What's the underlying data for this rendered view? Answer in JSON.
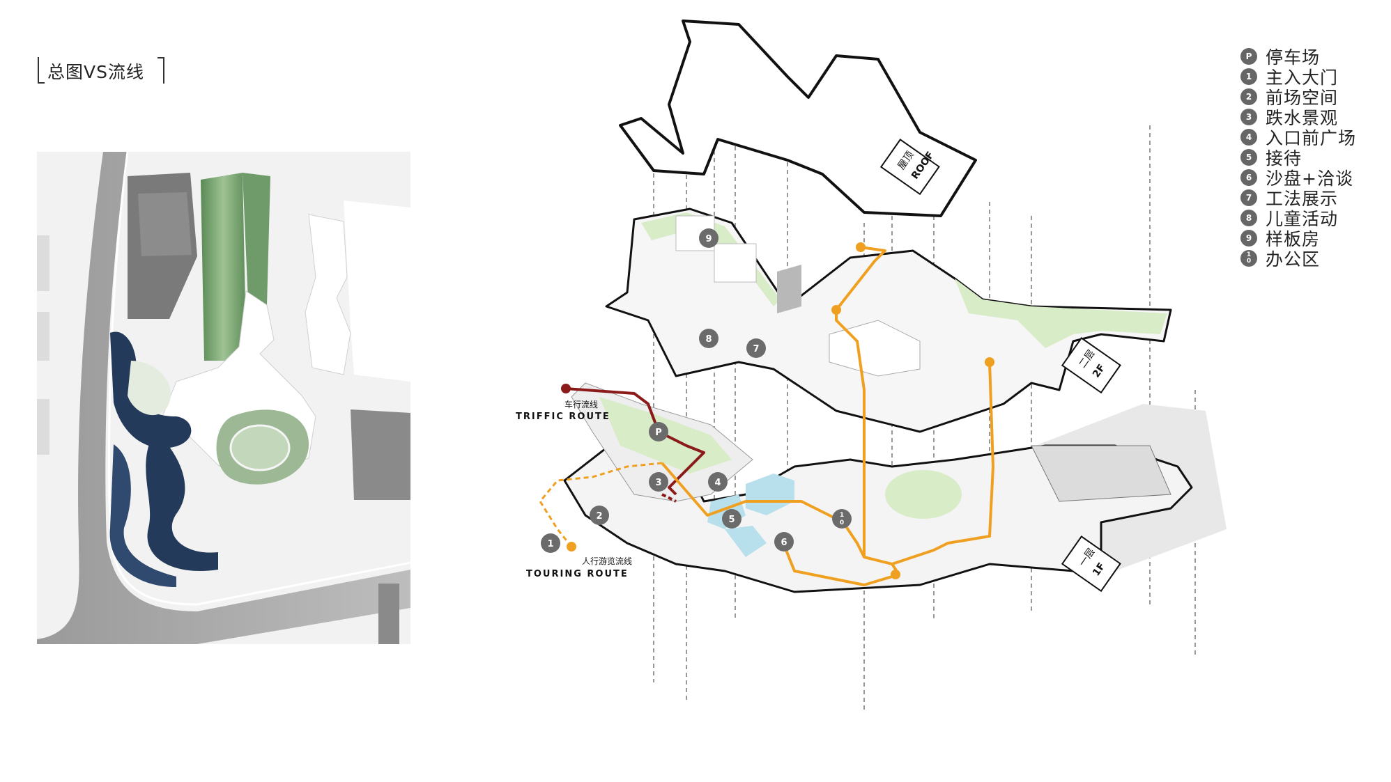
{
  "title": "总图VS流线",
  "legend": [
    {
      "marker": "P",
      "label": "停车场"
    },
    {
      "marker": "1",
      "label": "主入大门"
    },
    {
      "marker": "2",
      "label": "前场空间"
    },
    {
      "marker": "3",
      "label": "跌水景观"
    },
    {
      "marker": "4",
      "label": "入口前广场"
    },
    {
      "marker": "5",
      "label": "接待"
    },
    {
      "marker": "6",
      "label": "沙盘+洽谈"
    },
    {
      "marker": "7",
      "label": "工法展示"
    },
    {
      "marker": "8",
      "label": "儿童活动"
    },
    {
      "marker": "9",
      "label": "样板房"
    },
    {
      "marker": "10",
      "marker_top": "1",
      "marker_bottom": "0",
      "label": "办公区"
    }
  ],
  "floor_tags": {
    "roof_cn": "屋顶",
    "roof_en": "ROOF",
    "second_cn": "二层",
    "second_en": "2F",
    "first_cn": "一层",
    "first_en": "1F"
  },
  "routes": {
    "traffic_cn": "车行流线",
    "traffic_en": "TRIFFIC ROUTE",
    "touring_cn": "人行游览流线",
    "touring_en": "TOURING ROUTE"
  },
  "colors": {
    "traffic_route": "#8b1a1a",
    "touring_route": "#f0a020",
    "marker": "#6b6b6b",
    "landscape_green": "#d8ecc8",
    "water": "#b8e0ec",
    "dark_paving": "#243a5a"
  }
}
